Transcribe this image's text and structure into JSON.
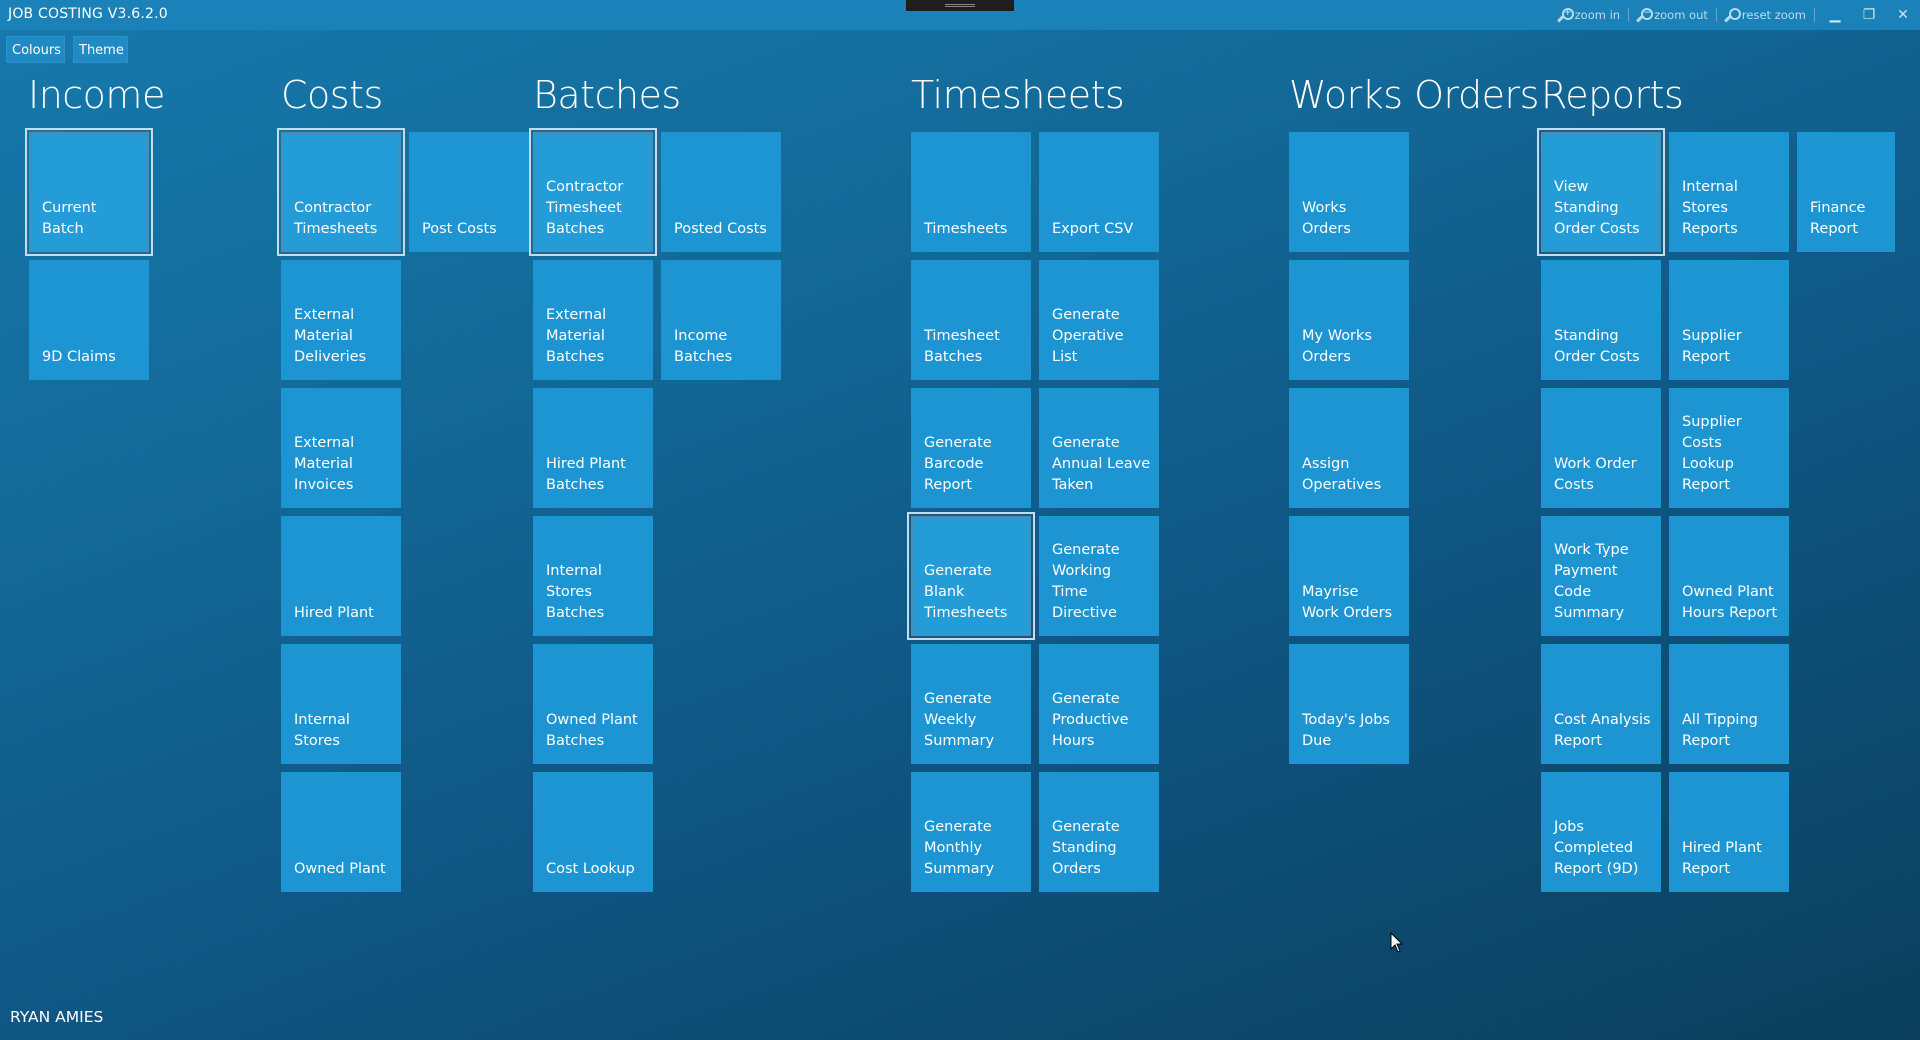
{
  "window": {
    "title": "JOB COSTING V3.6.2.0",
    "tools": [
      {
        "label": "zoom in",
        "icon": "zoom-in-icon"
      },
      {
        "label": "zoom out",
        "icon": "zoom-out-icon"
      },
      {
        "label": "reset zoom",
        "icon": "reset-zoom-icon"
      }
    ],
    "controls": {
      "minimize": "▁",
      "restore": "❐",
      "close": "✕"
    }
  },
  "toolbar": {
    "colours_label": "Colours",
    "theme_label": "Theme"
  },
  "sections": {
    "income": {
      "title": "Income",
      "tiles": [
        "Current\nBatch",
        "9D Claims"
      ]
    },
    "costs": {
      "title": "Costs",
      "tiles": [
        "Contractor\nTimesheets",
        "Post Costs",
        "External\nMaterial\nDeliveries",
        "External\nMaterial\nInvoices",
        "Hired Plant",
        "Internal\nStores",
        "Owned Plant"
      ]
    },
    "batches": {
      "title": "Batches",
      "tiles": [
        "Contractor\nTimesheet\nBatches",
        "Posted Costs",
        "External\nMaterial\nBatches",
        "Income\nBatches",
        "Hired Plant\nBatches",
        "Internal\nStores\nBatches",
        "Owned Plant\nBatches",
        "Cost Lookup"
      ]
    },
    "timesheets": {
      "title": "Timesheets",
      "tiles": [
        "Timesheets",
        "Export CSV",
        "Timesheet\nBatches",
        "Generate\nOperative\nList",
        "Generate\nBarcode\nReport",
        "Generate\nAnnual Leave\nTaken",
        "Generate\nBlank\nTimesheets",
        "Generate\nWorking\nTime\nDirective",
        "Generate\nWeekly\nSummary",
        "Generate\nProductive\nHours",
        "Generate\nMonthly\nSummary",
        "Generate\nStanding\nOrders"
      ]
    },
    "works_orders": {
      "title": "Works Orders",
      "tiles": [
        "Works\nOrders",
        "My Works\nOrders",
        "Assign\nOperatives",
        "Mayrise\nWork Orders",
        "Today's Jobs\nDue"
      ]
    },
    "reports": {
      "title": "Reports",
      "tiles": [
        "View\nStanding\nOrder Costs",
        "Internal\nStores\nReports",
        "Finance\nReport",
        "Standing\nOrder Costs",
        "Supplier\nReport",
        "Work Order\nCosts",
        "Supplier\nCosts\nLookup\nReport",
        "Work Type\nPayment\nCode\nSummary",
        "Owned Plant\nHours Report",
        "Cost Analysis\nReport",
        "All Tipping\nReport",
        "Jobs\nCompleted\nReport (9D)",
        "Hired Plant\nReport"
      ]
    }
  },
  "status": {
    "username": "RYAN AMIES"
  },
  "colors": {
    "titlebar": "#1a82b8",
    "tile": "#1d95d3",
    "bg_top": "#1679ac",
    "bg_bottom": "#0b3f5c"
  }
}
